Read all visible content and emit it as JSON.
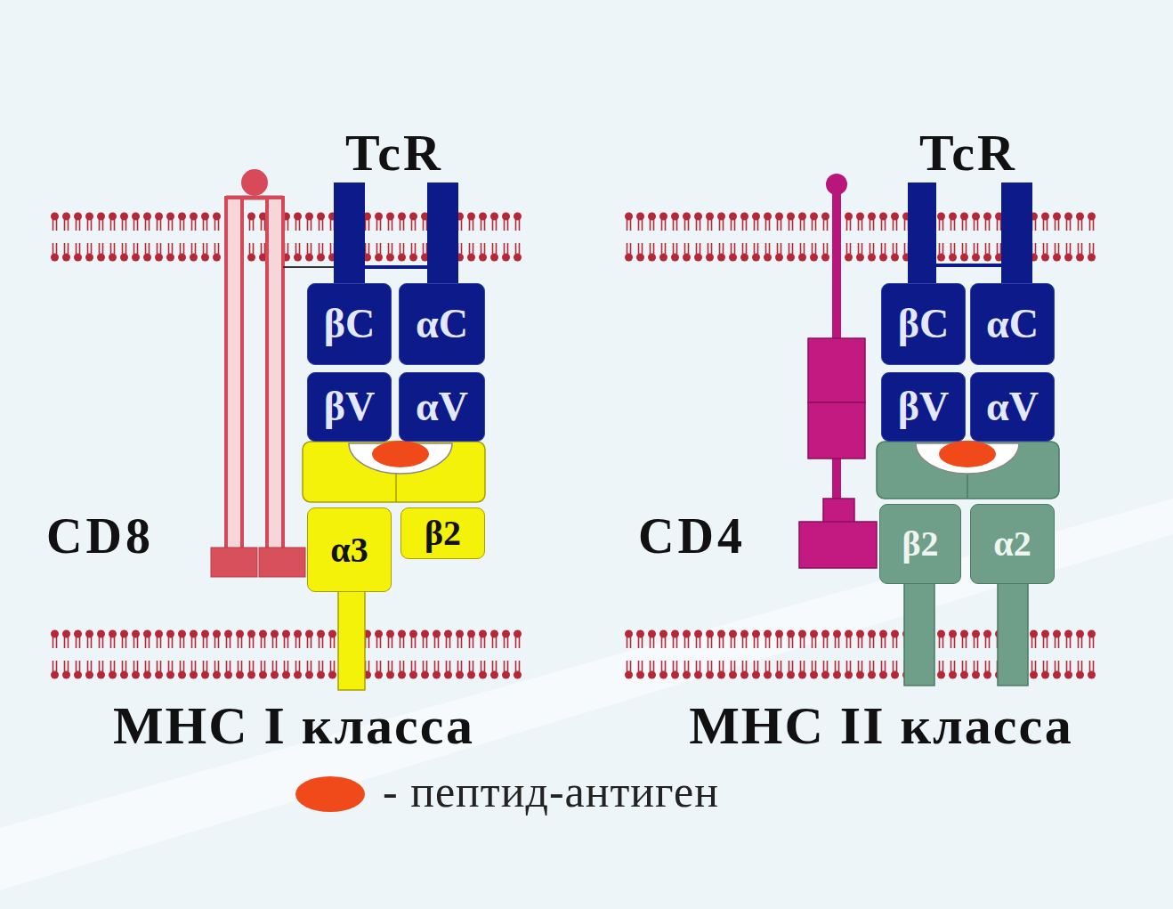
{
  "diagram": {
    "nodes": [
      {
        "text": [
          "βC"
        ]
      },
      {
        "text": [
          "αC"
        ]
      },
      {
        "text": [
          "βV"
        ]
      },
      {
        "text": [
          "αV"
        ]
      },
      {
        "text": [
          "α3"
        ]
      },
      {
        "text": [
          "β2"
        ]
      },
      {
        "text": [
          "βC"
        ]
      },
      {
        "text": [
          "αC"
        ]
      },
      {
        "text": [
          "βV"
        ]
      },
      {
        "text": [
          "αV"
        ]
      },
      {
        "text": [
          "β2"
        ]
      },
      {
        "text": [
          "α2"
        ]
      }
    ],
    "labels": [
      "TcR",
      "TcR",
      "CD8",
      "CD4",
      "MHC I класса",
      "MHC II класса"
    ],
    "legend": [
      {
        "text": "- пептид-антиген",
        "color": "#f04a1a"
      }
    ]
  }
}
